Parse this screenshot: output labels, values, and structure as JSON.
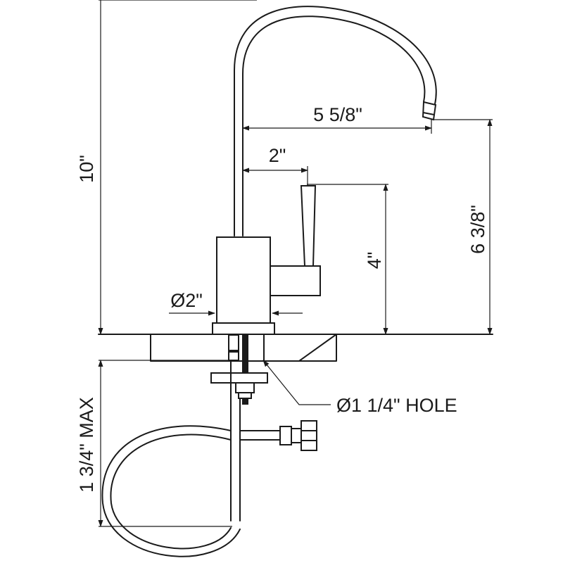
{
  "dimensions": {
    "height_total": "10\"",
    "spout_reach": "5 5/8\"",
    "handle_offset": "2\"",
    "handle_height": "4\"",
    "spout_height": "6 3/8\"",
    "base_diameter": "Ø2\"",
    "max_deck_thickness": "1 3/4\" MAX"
  },
  "labels": {
    "hole_callout": "Ø1 1/4\" HOLE"
  },
  "colors": {
    "line": "#1a1a1a",
    "background": "#ffffff"
  }
}
